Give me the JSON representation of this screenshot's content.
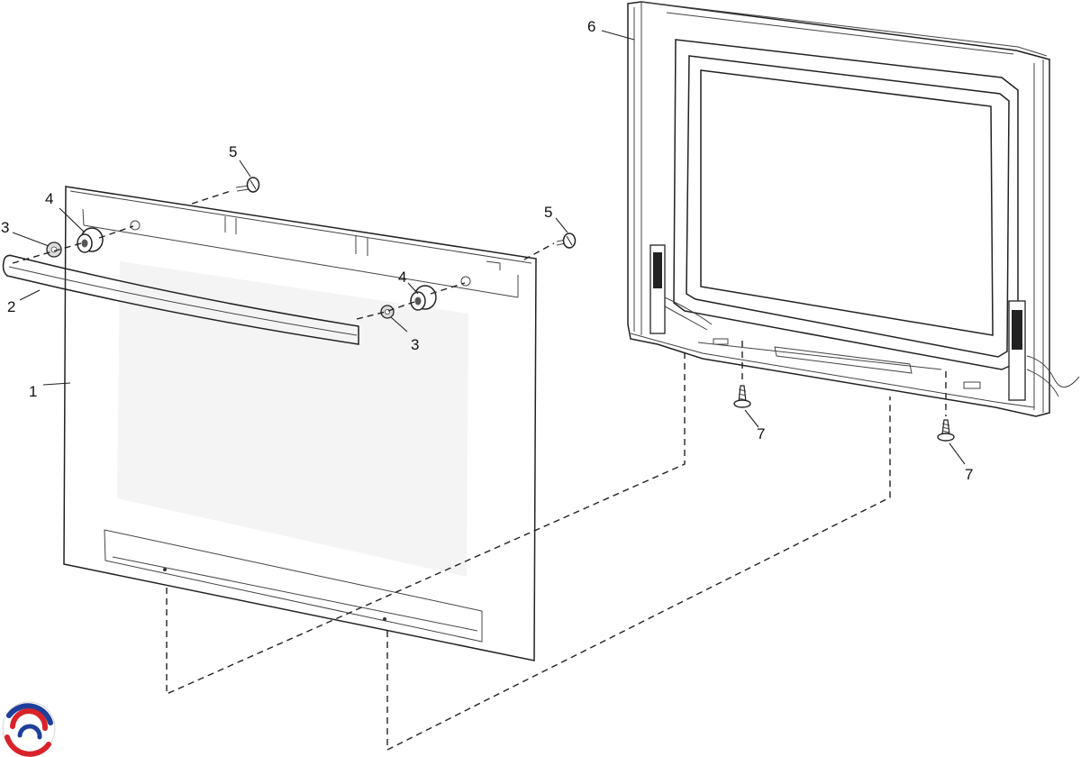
{
  "callouts": {
    "door_panel": "1",
    "handle": "2",
    "washer_left": "3",
    "washer_right": "3",
    "spacer_left": "4",
    "spacer_right": "4",
    "screw_top_left": "5",
    "screw_top_right": "5",
    "inner_door_frame": "6",
    "screw_bottom_left": "7",
    "screw_bottom_right": "7"
  },
  "logo": {
    "colors": {
      "blue": "#1f3f9a",
      "red": "#d8232a"
    }
  }
}
